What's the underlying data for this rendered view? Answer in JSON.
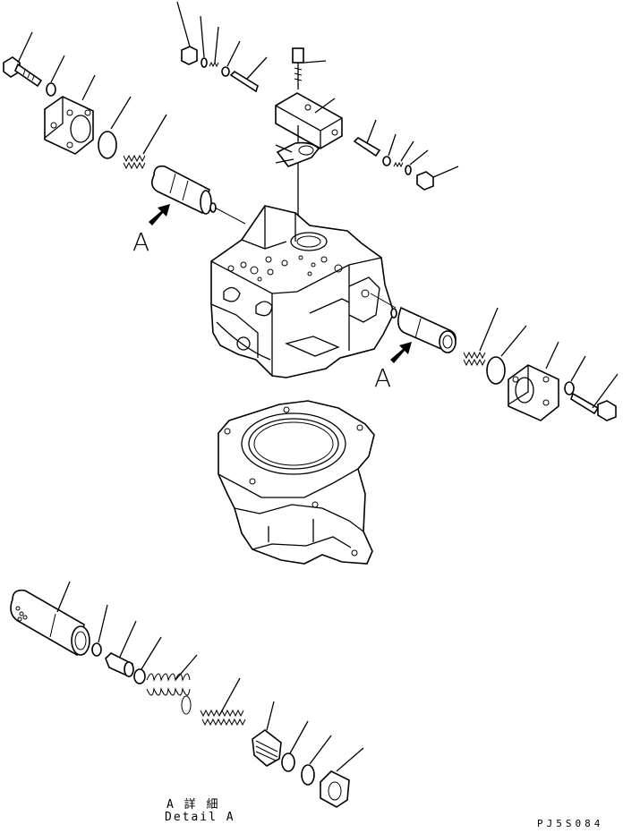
{
  "view_markers": [
    "A",
    "A"
  ],
  "detail_caption": {
    "jp": "A 詳 細",
    "en": "Detail A"
  },
  "drawing_code": "PJ5S084"
}
